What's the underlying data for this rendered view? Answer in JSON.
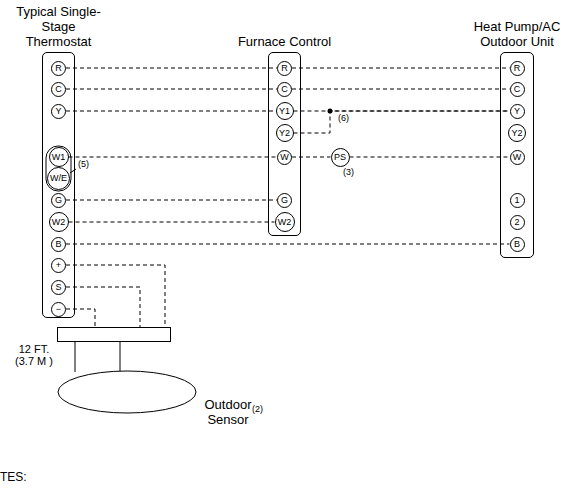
{
  "diagram": {
    "nodes": [
      {
        "text": [
          "Typical Single-Stage Thermostat"
        ]
      },
      {
        "text": [
          "R"
        ],
        "in": 0
      },
      {
        "text": [
          "C"
        ],
        "in": 0
      },
      {
        "text": [
          "Y"
        ],
        "in": 0
      },
      {
        "text": [
          "W1"
        ],
        "in": 0
      },
      {
        "text": [
          "W/E"
        ],
        "in": 0
      },
      {
        "text": [
          "G"
        ],
        "in": 0
      },
      {
        "text": [
          "W2"
        ],
        "in": 0
      },
      {
        "text": [
          "B"
        ],
        "in": 0
      },
      {
        "text": [
          "+"
        ],
        "in": 0
      },
      {
        "text": [
          "S"
        ],
        "in": 0
      },
      {
        "text": [
          "−"
        ],
        "in": 0
      },
      {
        "text": [
          "Furnace Control"
        ]
      },
      {
        "text": [
          "R"
        ],
        "in": 12
      },
      {
        "text": [
          "C"
        ],
        "in": 12
      },
      {
        "text": [
          "Y1"
        ],
        "in": 12
      },
      {
        "text": [
          "Y2"
        ],
        "in": 12
      },
      {
        "text": [
          "W"
        ],
        "in": 12
      },
      {
        "text": [
          "G"
        ],
        "in": 12
      },
      {
        "text": [
          "W2"
        ],
        "in": 12
      },
      {
        "text": [
          "Heat Pump/AC Outdoor Unit"
        ]
      },
      {
        "text": [
          "R"
        ],
        "in": 20
      },
      {
        "text": [
          "C"
        ],
        "in": 20
      },
      {
        "text": [
          "Y"
        ],
        "in": 20
      },
      {
        "text": [
          "Y2"
        ],
        "in": 20
      },
      {
        "text": [
          "W"
        ],
        "in": 20
      },
      {
        "text": [
          "1"
        ],
        "in": 20
      },
      {
        "text": [
          "2"
        ],
        "in": 20
      },
      {
        "text": [
          "B"
        ],
        "in": 20
      },
      {
        "text": [
          "PS"
        ]
      },
      {
        "text": [
          "Outdoor Sensor"
        ]
      }
    ],
    "edges": [
      {
        "from": 1,
        "to": 13,
        "arrow": "none"
      },
      {
        "from": 13,
        "to": 21,
        "arrow": "none"
      },
      {
        "from": 2,
        "to": 14,
        "arrow": "none"
      },
      {
        "from": 14,
        "to": 22,
        "arrow": "none"
      },
      {
        "from": 3,
        "to": 15,
        "arrow": "none"
      },
      {
        "from": 15,
        "to": 23,
        "arrow": "none"
      },
      {
        "from": 16,
        "to": 23,
        "arrow": "none"
      },
      {
        "from": 4,
        "to": 17,
        "arrow": "none"
      },
      {
        "from": 17,
        "to": 29,
        "arrow": "none"
      },
      {
        "from": 29,
        "to": 25,
        "arrow": "none"
      },
      {
        "from": 6,
        "to": 18,
        "arrow": "none"
      },
      {
        "from": 7,
        "to": 19,
        "arrow": "none"
      },
      {
        "from": 8,
        "to": 28,
        "arrow": "none"
      },
      {
        "from": 9,
        "to": 30,
        "arrow": "none"
      },
      {
        "from": 10,
        "to": 30,
        "arrow": "none"
      },
      {
        "from": 11,
        "to": 30,
        "arrow": "none"
      }
    ],
    "labels": [
      "(5)",
      "(6)",
      "(3)",
      "12 FT. (3.7 M )",
      "(2)",
      "TES:"
    ]
  }
}
